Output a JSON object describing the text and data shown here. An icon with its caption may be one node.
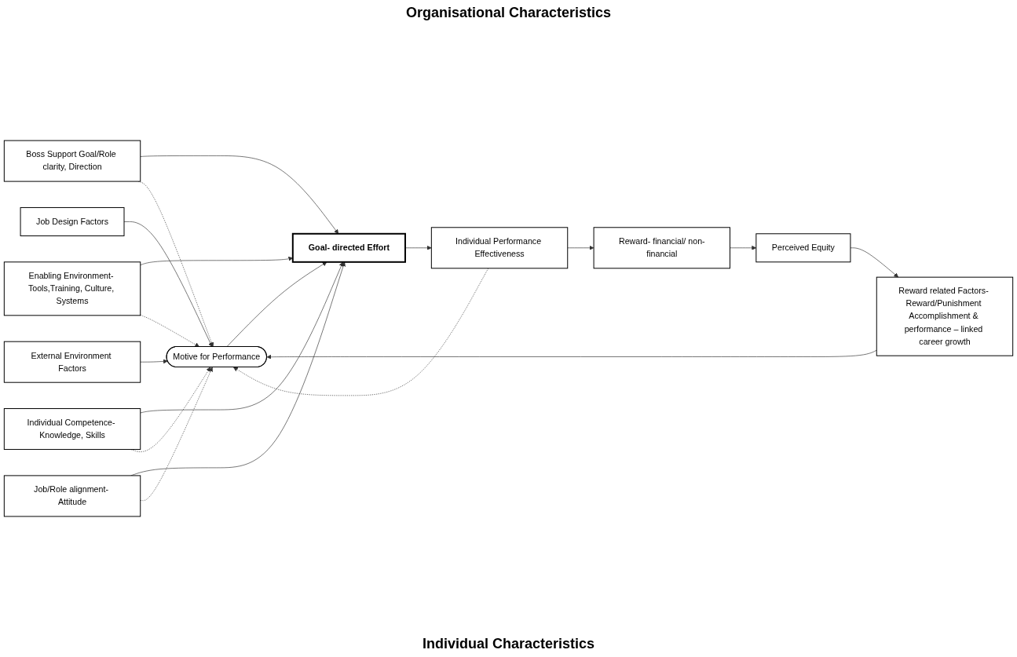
{
  "diagram": {
    "nodes": [
      {
        "text": [
          "Job Design Factors"
        ]
      },
      {
        "text": [
          "External Environment Factors"
        ]
      },
      {
        "text": [
          "Motive for Performance"
        ]
      },
      {
        "text": [
          "Reward related Factors- Reward/Punishment Accomplishment & performance – linked career growth"
        ]
      },
      {
        "text": [
          "Boss Support Goal/Role clarity, Direction"
        ]
      },
      {
        "text": [
          "Enabling Environment- Tools,Training, Culture, Systems"
        ]
      },
      {
        "text": [
          "Goal- directed Effort"
        ]
      },
      {
        "text": [
          "Individual Performance Effectiveness"
        ]
      },
      {
        "text": [
          "Individual Competence- Knowledge, Skills"
        ]
      },
      {
        "text": [
          "Job/Role alignment- Attitude"
        ]
      },
      {
        "text": [
          "Reward- financial/ non-financial"
        ]
      },
      {
        "text": [
          "Perceived Equity"
        ]
      }
    ],
    "edges": [
      {
        "from": 0,
        "to": 2,
        "arrow": "to"
      },
      {
        "from": 1,
        "to": 2,
        "arrow": "to"
      },
      {
        "from": 3,
        "to": 2,
        "arrow": "to"
      },
      {
        "from": 2,
        "to": 6,
        "arrow": "to"
      },
      {
        "from": 4,
        "to": 6,
        "arrow": "to"
      },
      {
        "from": 5,
        "to": 6,
        "arrow": "to"
      },
      {
        "from": 8,
        "to": 6,
        "arrow": "to"
      },
      {
        "from": 9,
        "to": 6,
        "arrow": "to"
      },
      {
        "from": 6,
        "to": 7,
        "arrow": "to"
      },
      {
        "from": 7,
        "to": 10,
        "arrow": "to"
      },
      {
        "from": 10,
        "to": 11,
        "arrow": "to"
      },
      {
        "from": 11,
        "to": 3,
        "arrow": "to"
      },
      {
        "from": 4,
        "to": 2,
        "arrow": "to",
        "style": "dashed"
      },
      {
        "from": 5,
        "to": 2,
        "arrow": "to",
        "style": "dashed"
      },
      {
        "from": 7,
        "to": 2,
        "arrow": "to",
        "style": "dashed"
      },
      {
        "from": 8,
        "to": 2,
        "arrow": "to",
        "style": "dashed"
      },
      {
        "from": 9,
        "to": 2,
        "arrow": "to",
        "style": "dashed"
      }
    ],
    "labels": [
      "Organisational Characteristics",
      "Individual Characteristics"
    ]
  }
}
